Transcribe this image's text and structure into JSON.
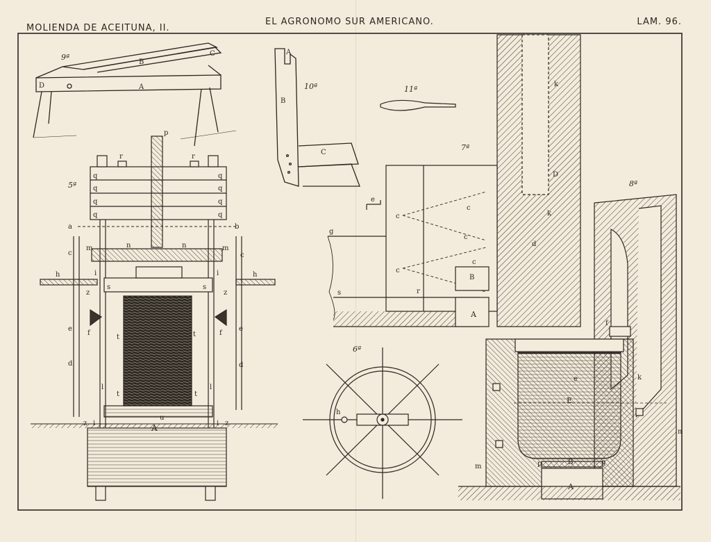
{
  "header": {
    "left": "MOLIENDA DE ACEITUNA, II.",
    "center": "EL AGRONOMO SUR AMERICANO.",
    "right": "LAM. 96."
  },
  "figures": {
    "fig9": {
      "number": "9ª",
      "labels": {
        "a": "A",
        "b": "B",
        "c": "C",
        "d": "D"
      }
    },
    "fig10": {
      "number": "10ª",
      "labels": {
        "a": "A",
        "b": "B",
        "c": "C"
      }
    },
    "fig11": {
      "number": "11ª"
    },
    "fig5": {
      "number": "5ª",
      "labels": {
        "p": "p",
        "r": "r",
        "q": "q",
        "a": "a",
        "b": "b",
        "c": "c",
        "m": "m",
        "n": "n",
        "h": "h",
        "i": "i",
        "s": "s",
        "z": "z",
        "e": "e",
        "f": "f",
        "t": "t",
        "d": "d",
        "l": "l",
        "u": "u",
        "A": "A"
      }
    },
    "fig7": {
      "number": "7ª",
      "labels": {
        "e": "e",
        "g": "g",
        "c": "c",
        "s": "s",
        "r": "r",
        "B": "B",
        "A": "A",
        "k": "k",
        "D": "D",
        "d": "d"
      }
    },
    "fig8": {
      "number": "8ª",
      "labels": {
        "f": "f",
        "k": "k",
        "e": "e",
        "E": "E",
        "m": "m",
        "p": "p",
        "B": "B",
        "q": "q",
        "A": "A",
        "n": "n"
      }
    },
    "fig6": {
      "number": "6ª",
      "labels": {
        "h": "h"
      }
    }
  }
}
